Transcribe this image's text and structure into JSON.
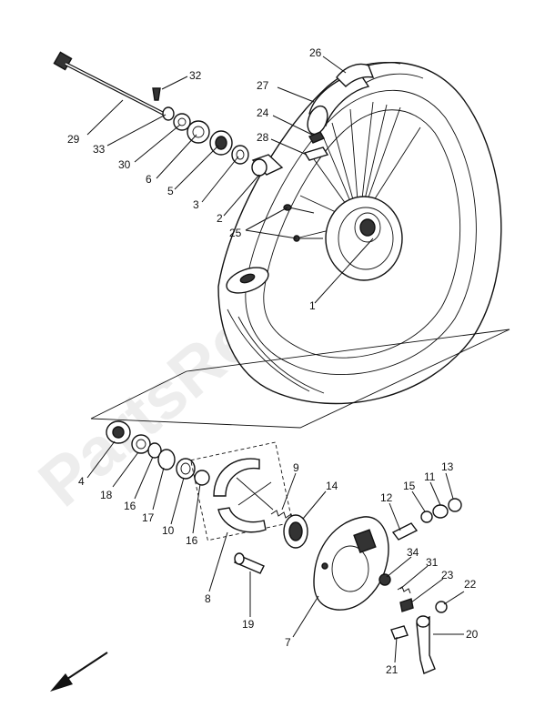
{
  "watermark": "PartsRepublik",
  "callouts": [
    {
      "id": "c1",
      "text": "1"
    },
    {
      "id": "c2",
      "text": "2"
    },
    {
      "id": "c3",
      "text": "3"
    },
    {
      "id": "c4",
      "text": "4"
    },
    {
      "id": "c5",
      "text": "5"
    },
    {
      "id": "c6",
      "text": "6"
    },
    {
      "id": "c7",
      "text": "7"
    },
    {
      "id": "c8",
      "text": "8"
    },
    {
      "id": "c9",
      "text": "9"
    },
    {
      "id": "c10",
      "text": "10"
    },
    {
      "id": "c11",
      "text": "11"
    },
    {
      "id": "c12",
      "text": "12"
    },
    {
      "id": "c13",
      "text": "13"
    },
    {
      "id": "c14",
      "text": "14"
    },
    {
      "id": "c15",
      "text": "15"
    },
    {
      "id": "c16a",
      "text": "16"
    },
    {
      "id": "c16b",
      "text": "16"
    },
    {
      "id": "c17",
      "text": "17"
    },
    {
      "id": "c18",
      "text": "18"
    },
    {
      "id": "c19",
      "text": "19"
    },
    {
      "id": "c20",
      "text": "20"
    },
    {
      "id": "c21",
      "text": "21"
    },
    {
      "id": "c22",
      "text": "22"
    },
    {
      "id": "c23",
      "text": "23"
    },
    {
      "id": "c24",
      "text": "24"
    },
    {
      "id": "c25",
      "text": "25"
    },
    {
      "id": "c26",
      "text": "26"
    },
    {
      "id": "c27",
      "text": "27"
    },
    {
      "id": "c28",
      "text": "28"
    },
    {
      "id": "c29",
      "text": "29"
    },
    {
      "id": "c30",
      "text": "30"
    },
    {
      "id": "c31",
      "text": "31"
    },
    {
      "id": "c32",
      "text": "32"
    },
    {
      "id": "c33",
      "text": "33"
    },
    {
      "id": "c34",
      "text": "34"
    }
  ],
  "icons": {
    "direction": "front-direction-arrow-icon"
  }
}
